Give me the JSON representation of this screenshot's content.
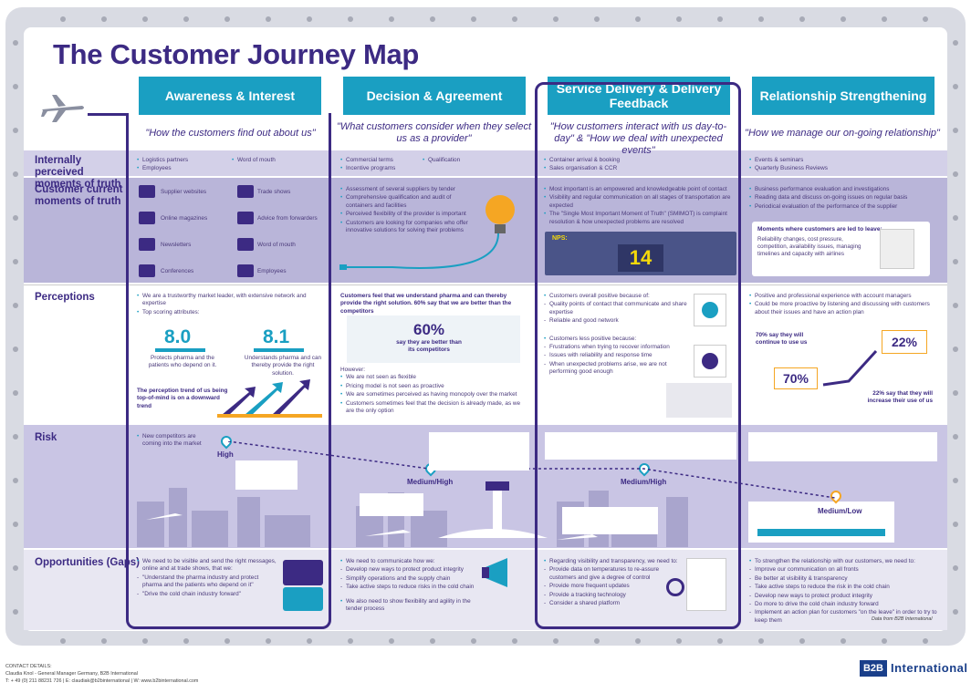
{
  "title": "The Customer Journey Map",
  "columns": [
    {
      "heading": "Awareness & Interest",
      "quote": "\"How the customers find out about us\""
    },
    {
      "heading": "Decision & Agreement",
      "quote": "\"What customers consider when they select us as a provider\""
    },
    {
      "heading": "Service Delivery & Delivery Feedback",
      "quote": "\"How customers interact with us day-to-day\" & \"How we deal with unexpected events\""
    },
    {
      "heading": "Relationship Strengthening",
      "quote": "\"How we manage our on-going relationship\""
    }
  ],
  "rows": {
    "internal": "Internally perceived moments of truth",
    "current": "Customer current moments of truth",
    "perceptions": "Perceptions",
    "risk": "Risk",
    "opportunities": "Opportunities (Gaps)"
  },
  "internal": {
    "c1a": [
      "Logistics partners",
      "Employees"
    ],
    "c1b": [
      "Word of mouth"
    ],
    "c2a": [
      "Commercial terms",
      "Incentive programs"
    ],
    "c2b": [
      "Qualification"
    ],
    "c3": [
      "Container arrival & booking",
      "Sales organisation & CCR"
    ],
    "c4": [
      "Events & seminars",
      "Quarterly Business Reviews"
    ]
  },
  "current": {
    "c1": [
      "Supplier websites",
      "Trade shows",
      "Online magazines",
      "Advice from forwarders",
      "Newsletters",
      "Word of mouth",
      "Conferences",
      "Employees"
    ],
    "c2": [
      "Assessment of several suppliers by tender",
      "Comprehensive qualification and audit of containers and facilities",
      "Perceived flexibility of the provider is important",
      "Customers are looking for companies who offer innovative solutions for solving their problems"
    ],
    "c3": [
      "Most important is an empowered and knowledgeable point of contact",
      "Visibility and regular communication on all stages of transportation are expected",
      "The \"Single Most Important Moment of Truth\" (SMIMOT) is complaint resolution & how unexpected problems are resolved"
    ],
    "nps_label": "NPS:",
    "nps_value": "14",
    "c4": [
      "Business performance evaluation and investigations",
      "Reading data and discuss on-going issues on regular basis",
      "Periodical evaluation of the performance of the supplier"
    ],
    "c4_head": "Moments where customers are led to leave:",
    "c4_text": "Reliability changes, cost pressure, competition, availability issues, managing timelines and capacity with airlines"
  },
  "perceptions": {
    "c1": [
      "We are a trustworthy market leader, with extensive network and expertise",
      "Top scoring attributes:"
    ],
    "score1": "8.0",
    "score1_text": "Protects pharma and the patients who depend on it.",
    "score2": "8.1",
    "score2_text": "Understands pharma and can thereby provide the right solution.",
    "trend": "The perception trend of us being top-of-mind is on a downward trend",
    "c2_top": "Customers feel that we understand pharma and can thereby provide the right solution. 60% say that we are better than the competitors",
    "pct60": "60%",
    "pct60_text": "say they are better than its competitors",
    "however": "However:",
    "c2_list": [
      "We are not seen as flexible",
      "Pricing model is not seen as proactive",
      "We are sometimes perceived as having monopoly over the market",
      "Customers sometimes feel that the decision is already made, as we are the only option"
    ],
    "c3_pos": "Customers overall positive because of:",
    "c3_pos_list": [
      "Quality points of contact that communicate and share expertise",
      "Reliable and good network"
    ],
    "c3_neg": "Customers less positive because:",
    "c3_neg_list": [
      "Frustrations when trying to recover information",
      "Issues with reliability and response time",
      "When unexpected problems arise, we are not performing good enough"
    ],
    "c4": [
      "Positive and professional experience with account managers",
      "Could be more proactive by listening and discussing with customers about their issues and have an action plan"
    ],
    "c4_70text": "70% say they will continue to use us",
    "pct70": "70%",
    "pct22": "22%",
    "c4_22text": "22% say that they will increase their use of us"
  },
  "risk": {
    "c1": "New competitors are coming into the market",
    "high": "High",
    "mh1": "Medium/High",
    "mh2": "Medium/High",
    "ml": "Medium/Low"
  },
  "opportunities": {
    "c1_lead": "We need to be visible and send the right messages, online and at trade shows, that we:",
    "c1_list": [
      "\"Understand the pharma industry and protect pharma and the patients who depend on it\"",
      "\"Drive the cold chain industry forward\""
    ],
    "c2_lead": "We need to communicate how we:",
    "c2_list": [
      "Develop new ways to protect product integrity",
      "Simplify operations and the supply chain",
      "Take active steps to reduce risks in the cold chain"
    ],
    "c2_extra": "We also need to show flexibility and agility in the tender process",
    "c3_lead": "Regarding visibility and transparency, we need to:",
    "c3_list": [
      "Provide data on temperatures to re-assure customers and give a degree of control",
      "Provide more frequent updates",
      "Provide a tracking technology",
      "Consider a shared platform"
    ],
    "c4_lead": "To strengthen the relationship with our customers, we need to:",
    "c4_list": [
      "Improve our communication on all fronts",
      "Be better at visibility & transparency",
      "Take active steps to reduce the risk in the cold chain",
      "Develop new ways to protect product integrity",
      "Do more to drive the cold chain industry forward",
      "Implement an action plan for customers \"on the leave\" in order to try to keep them"
    ]
  },
  "source": "Data from B2B International",
  "contact": {
    "head": "CONTACT DETAILS:",
    "line1": "Claudia Knol - General Manager Germany, B2B International",
    "line2": "T: + 49 (0) 211 88231 726 | E: claudiak@b2binternational | W: www.b2binternational.com"
  },
  "logo": {
    "mark": "B2B",
    "text": "International"
  },
  "colors": {
    "accent": "#1a9fc2",
    "navy": "#3c2a83",
    "band_dark": "#b5b1d6",
    "band_light": "#d3d0e8"
  }
}
